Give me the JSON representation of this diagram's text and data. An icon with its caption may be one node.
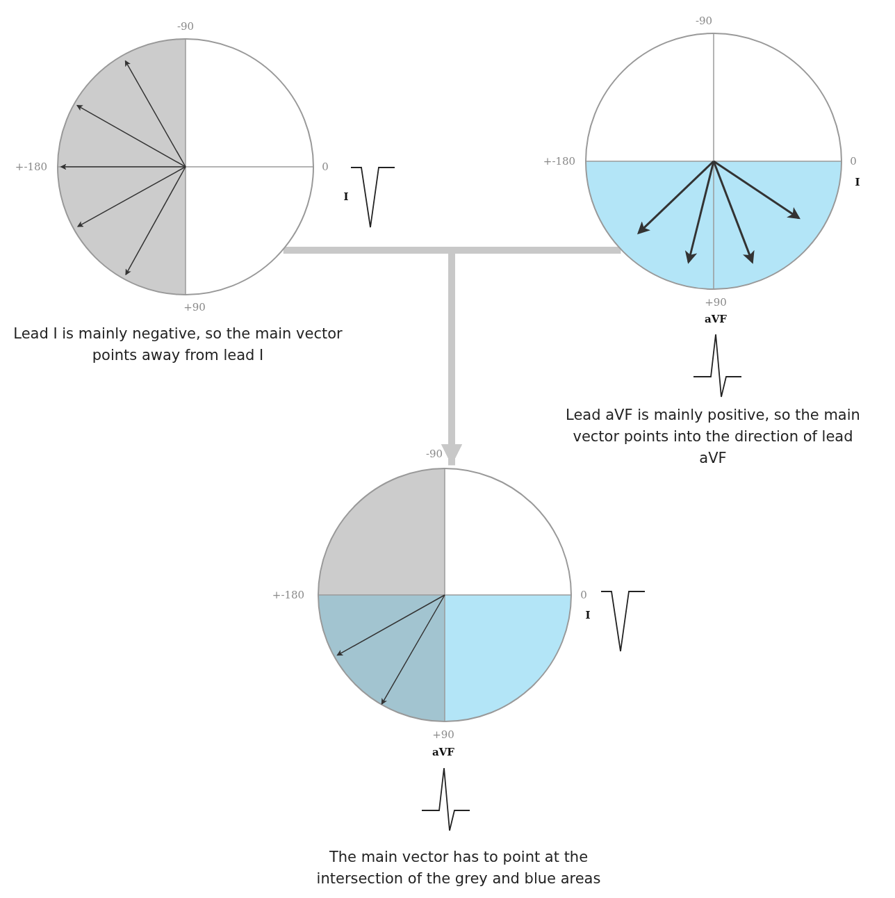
{
  "diagram": {
    "nodes": [
      {
        "text": [],
        "shape": "circle",
        "beside": [
          "-90",
          "+-180",
          "0",
          "+90",
          "Lead I is mainly negative, so the main vector points away from lead I"
        ]
      },
      {
        "text": [],
        "shape": "circle",
        "beside": [
          "-90",
          "+-180",
          "0",
          "+90"
        ]
      },
      {
        "text": [],
        "shape": "circle",
        "beside": [
          "-90",
          "+-180",
          "0",
          "+90"
        ]
      }
    ],
    "edges": [
      {
        "from": 0,
        "to": 2,
        "arrow": "to"
      },
      {
        "from": 1,
        "to": 2,
        "arrow": "to"
      }
    ],
    "labels": [
      "I",
      "I",
      "aVF",
      "Lead aVF is mainly positive, so the main vector points into the direction of lead aVF",
      "I",
      "aVF",
      "The main vector has to point at the intersection of the grey and blue areas"
    ]
  }
}
